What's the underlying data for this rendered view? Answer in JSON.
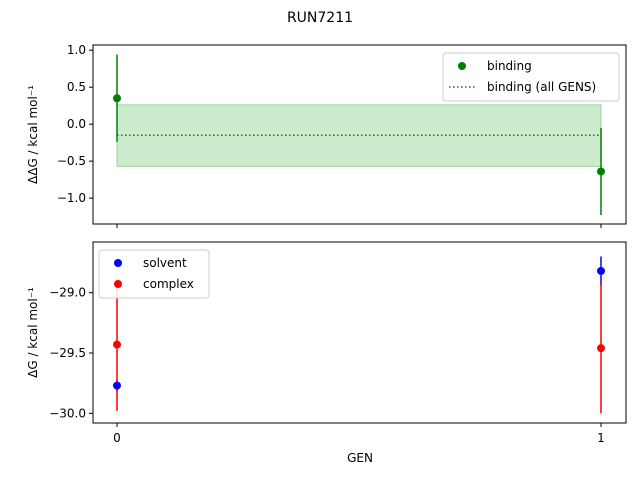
{
  "chart_data": {
    "title": "RUN7211",
    "xlabel": "GEN",
    "xticks": [
      0,
      1
    ],
    "colors": {
      "binding": "#008000",
      "binding_band": "#99d699",
      "solvent": "#0000ff",
      "complex": "#ff0000"
    },
    "panels": [
      {
        "type": "scatter",
        "ylabel": "ΔΔG / kcal mol⁻¹",
        "ylim": [
          -1.35,
          1.07
        ],
        "yticks": [
          -1.0,
          -0.5,
          0.0,
          0.5,
          1.0
        ],
        "ytick_labels": [
          "−1.0",
          "−0.5",
          "0.0",
          "0.5",
          "1.0"
        ],
        "legend_position": "top-right",
        "series": [
          {
            "name": "binding",
            "color_key": "binding",
            "x": [
              0,
              1
            ],
            "y": [
              0.35,
              -0.64
            ],
            "yerr": [
              0.59,
              0.59
            ]
          }
        ],
        "reference": {
          "name": "binding (all GENS)",
          "color_key": "binding",
          "y": -0.15,
          "band": [
            -0.57,
            0.26
          ],
          "style": "dotted"
        }
      },
      {
        "type": "scatter",
        "ylabel": "ΔG / kcal mol⁻¹",
        "ylim": [
          -30.08,
          -28.58
        ],
        "yticks": [
          -30.0,
          -29.5,
          -29.0
        ],
        "ytick_labels": [
          "−30.0",
          "−29.5",
          "−29.0"
        ],
        "legend_position": "top-left",
        "series": [
          {
            "name": "solvent",
            "color_key": "solvent",
            "x": [
              0,
              1
            ],
            "y": [
              -29.77,
              -28.82
            ],
            "yerr": [
              0.05,
              0.12
            ]
          },
          {
            "name": "complex",
            "color_key": "complex",
            "x": [
              0,
              1
            ],
            "y": [
              -29.43,
              -29.46
            ],
            "yerr": [
              0.55,
              0.54
            ]
          }
        ]
      }
    ]
  }
}
